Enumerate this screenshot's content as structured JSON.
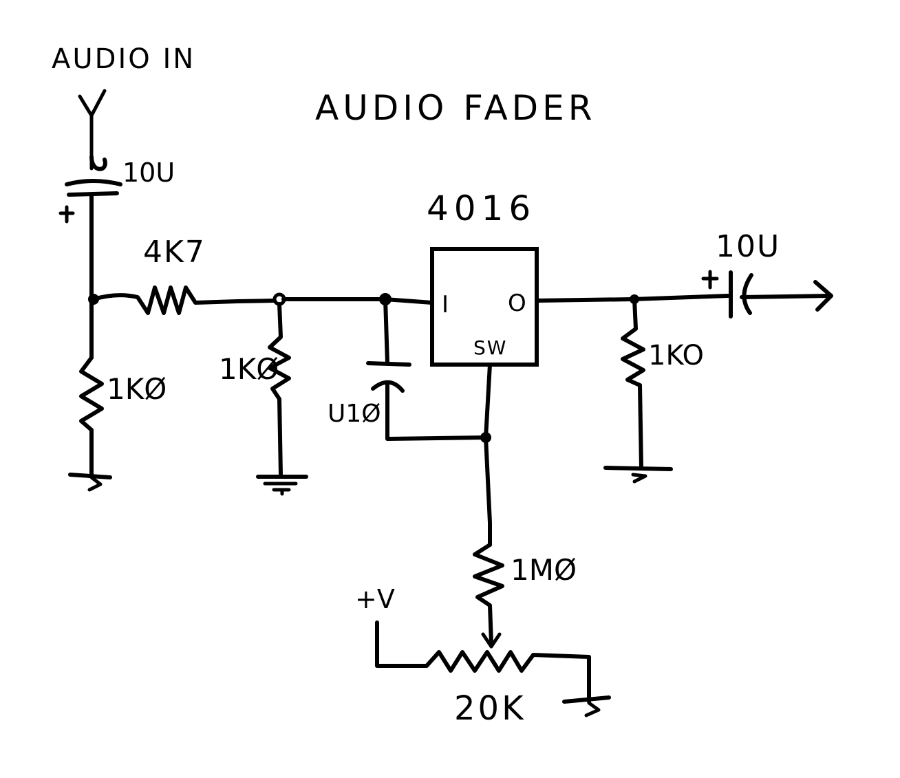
{
  "title": "AUDIO FADER",
  "input_label": "AUDIO IN",
  "ic": {
    "part": "4016",
    "pin_in": "I",
    "pin_out": "O",
    "pin_control": "SW"
  },
  "supply_label": "+V",
  "components": {
    "c_in": {
      "value": "10U",
      "polarity": "+"
    },
    "r_series": {
      "value": "4K7"
    },
    "r_in_shunt": {
      "value": "1KØ"
    },
    "r_mid_shunt": {
      "value": "1KØ"
    },
    "c_bypass": {
      "value": "U1Ø"
    },
    "r_out_shunt": {
      "value": "1KO"
    },
    "c_out": {
      "value": "10U",
      "polarity": "+"
    },
    "r_control": {
      "value": "1MØ"
    },
    "pot": {
      "value": "20K"
    }
  }
}
